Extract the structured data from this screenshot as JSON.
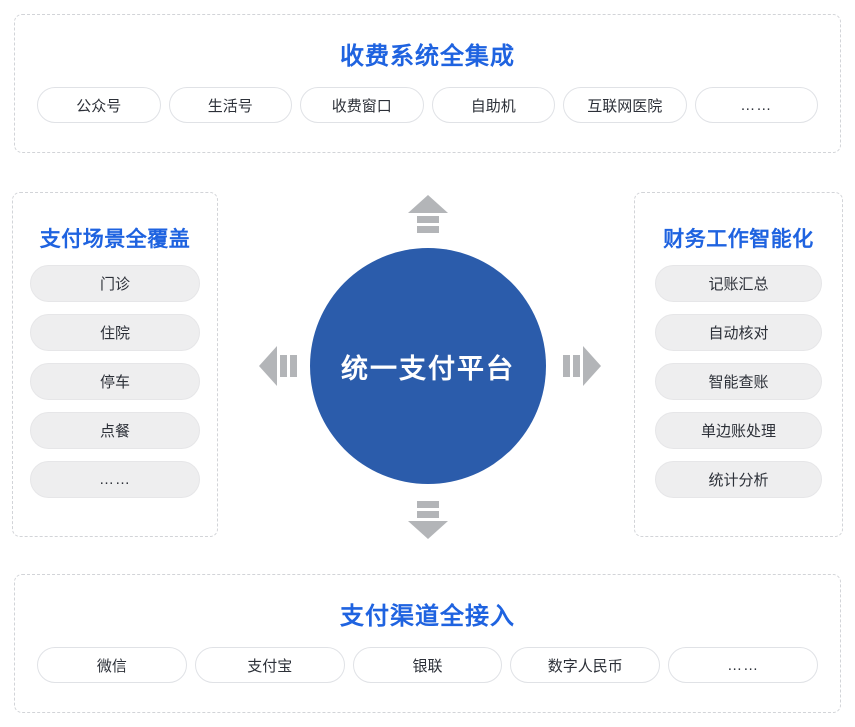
{
  "center": {
    "label": "统一支付平台",
    "color": "#2b5cab",
    "text_color": "#ffffff"
  },
  "accent_color": "#1f63e0",
  "arrow_color": "#b3b5b8",
  "top_band": {
    "title": "收费系统全集成",
    "items": [
      {
        "label": "公众号"
      },
      {
        "label": "生活号"
      },
      {
        "label": "收费窗口"
      },
      {
        "label": "自助机"
      },
      {
        "label": "互联网医院"
      },
      {
        "label": "……"
      }
    ]
  },
  "bottom_band": {
    "title": "支付渠道全接入",
    "items": [
      {
        "label": "微信"
      },
      {
        "label": "支付宝"
      },
      {
        "label": "银联"
      },
      {
        "label": "数字人民币"
      },
      {
        "label": "……"
      }
    ]
  },
  "left_column": {
    "title": "支付场景全覆盖",
    "items": [
      {
        "label": "门诊"
      },
      {
        "label": "住院"
      },
      {
        "label": "停车"
      },
      {
        "label": "点餐"
      },
      {
        "label": "……"
      }
    ]
  },
  "right_column": {
    "title": "财务工作智能化",
    "items": [
      {
        "label": "记账汇总"
      },
      {
        "label": "自动核对"
      },
      {
        "label": "智能查账"
      },
      {
        "label": "单边账处理"
      },
      {
        "label": "统计分析"
      }
    ]
  },
  "arrows": {
    "up": "arrow-up-icon",
    "down": "arrow-down-icon",
    "left": "arrow-left-icon",
    "right": "arrow-right-icon"
  }
}
